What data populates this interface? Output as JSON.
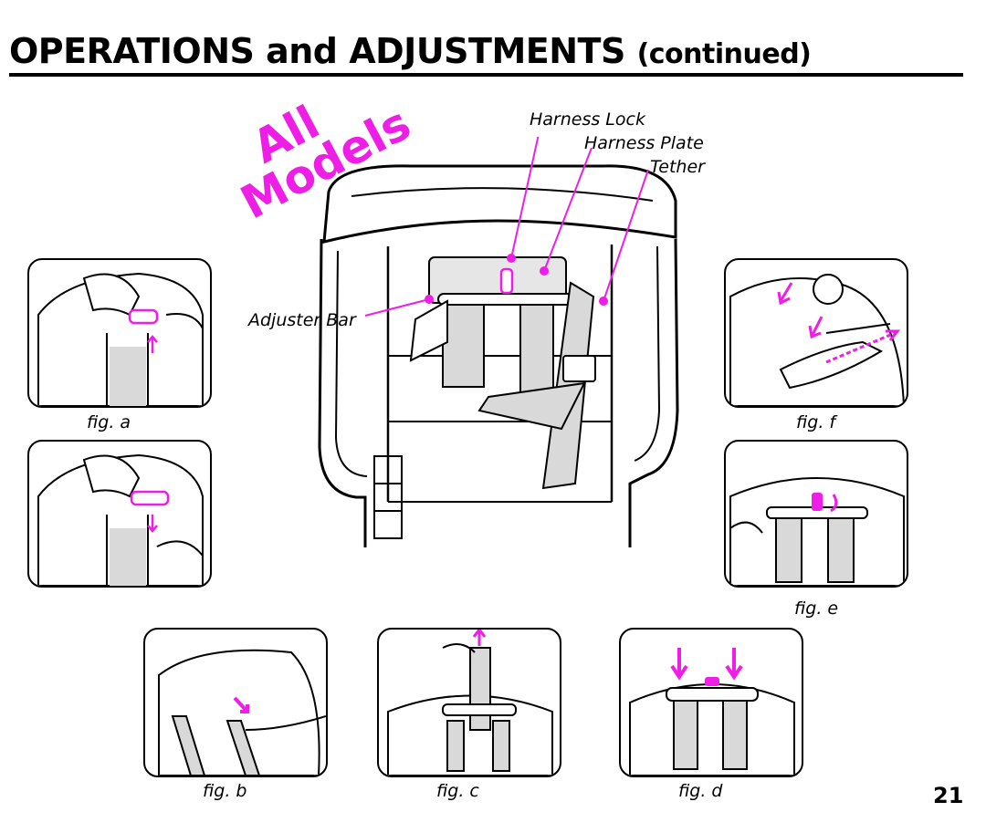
{
  "page": {
    "title_main": "OPERATIONS and ADJUSTMENTS",
    "title_suffix": "(continued)",
    "badge_line1": "All",
    "badge_line2": "Models",
    "page_number": "21"
  },
  "labels": {
    "harness_lock": "Harness Lock",
    "harness_plate": "Harness Plate",
    "tether": "Tether",
    "adjuster_bar": "Adjuster Bar"
  },
  "figures": {
    "a": "fig. a",
    "b": "fig. b",
    "c": "fig. c",
    "d": "fig. d",
    "e": "fig. e",
    "f": "fig. f"
  },
  "colors": {
    "accent": "#ee1ee6",
    "ink": "#000000",
    "strap": "#d9d9d9"
  }
}
